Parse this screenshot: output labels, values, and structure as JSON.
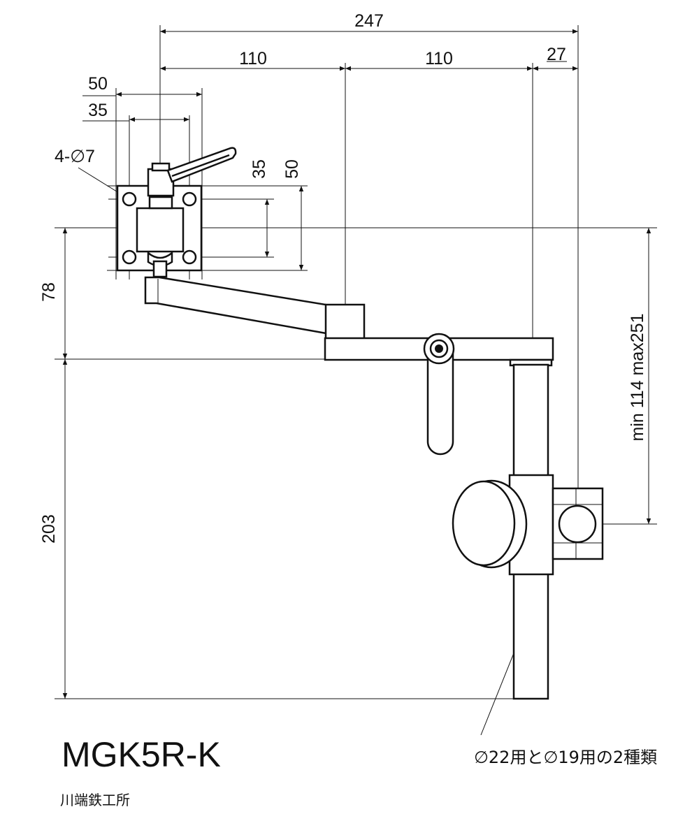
{
  "drawing": {
    "dimensions": {
      "overall_width": "247",
      "width_left": "110",
      "width_mid": "110",
      "width_right": "27",
      "plate_outer": "50",
      "plate_hole": "35",
      "plate_height_hole": "35",
      "plate_height_outer": "50",
      "holes": "4-∅7",
      "height_upper": "78",
      "height_lower": "203",
      "clamp_range": "min  114  max251"
    },
    "model": "MGK5R-K",
    "note": "∅22用と∅19用の2種類",
    "maker": "川端鉄工所"
  }
}
